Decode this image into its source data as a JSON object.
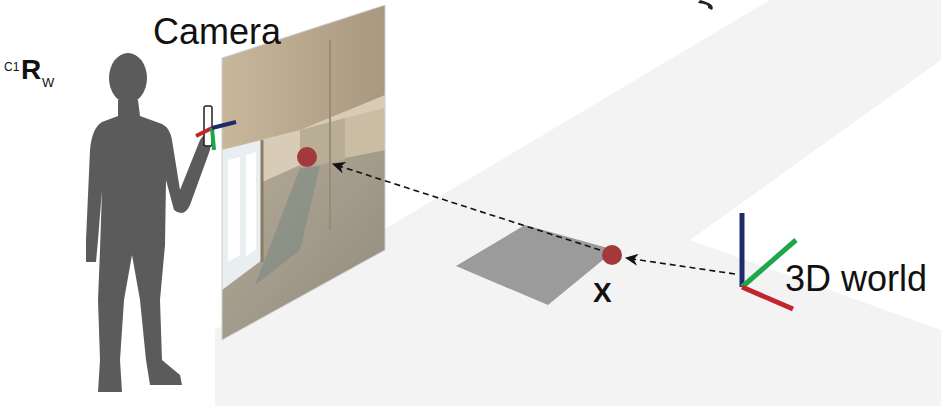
{
  "diagram": {
    "labels": [
      "Camera",
      "C1",
      "R",
      "W",
      "X",
      "3D world"
    ]
  }
}
